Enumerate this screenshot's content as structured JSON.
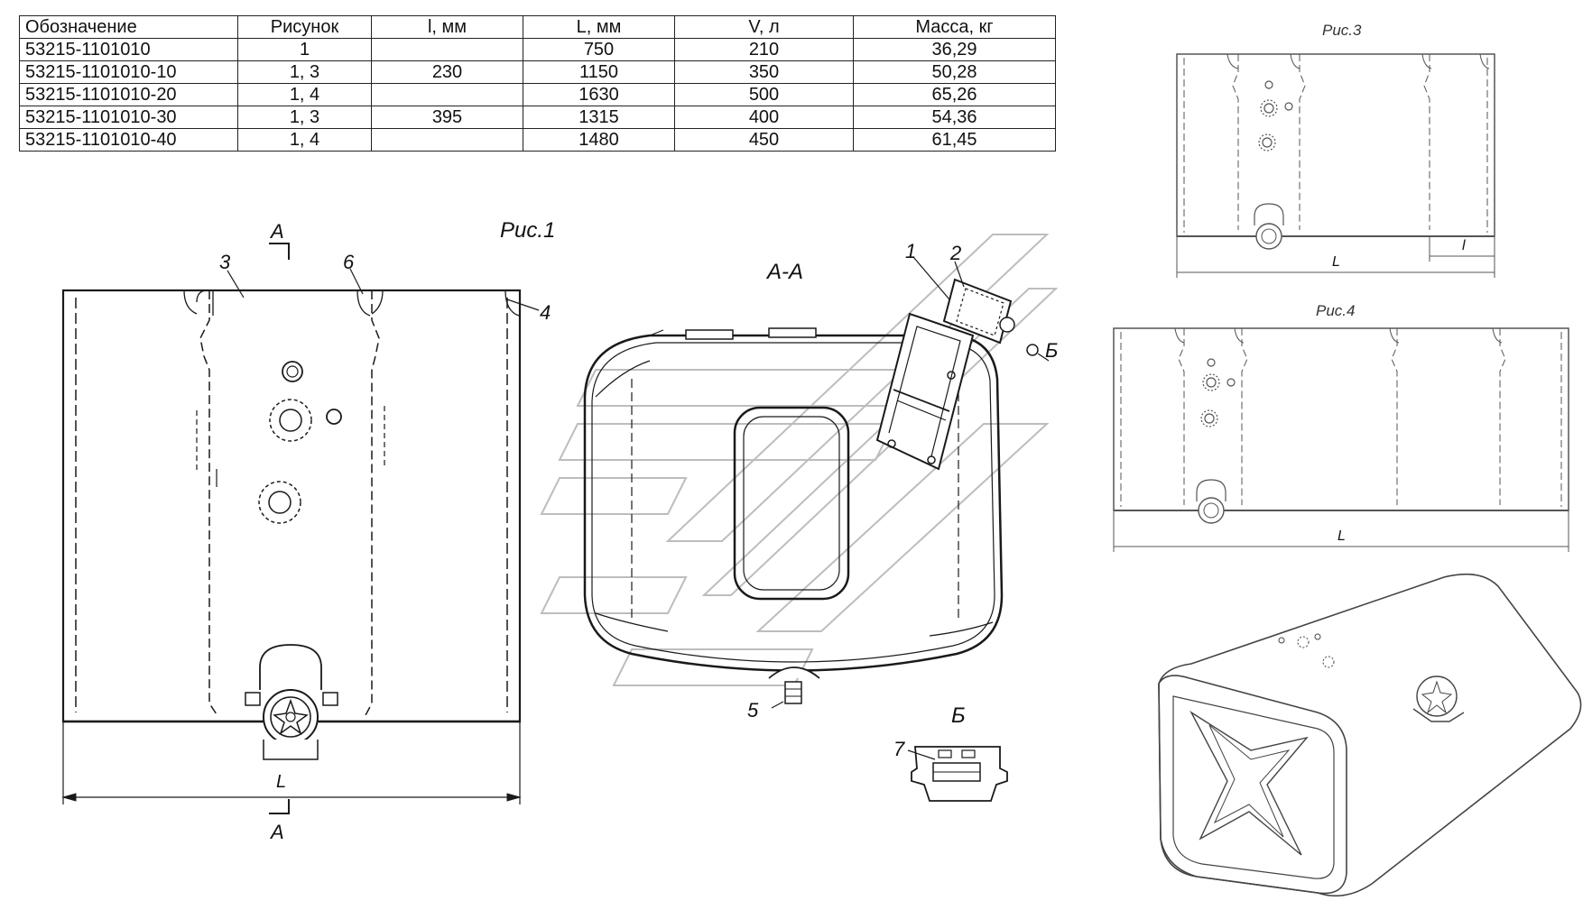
{
  "table": {
    "headers": [
      "Обозначение",
      "Рисунок",
      "l, мм",
      "L, мм",
      "V, л",
      "Масса, кг"
    ],
    "rows": [
      [
        "53215-1101010",
        "1",
        "",
        "750",
        "210",
        "36,29"
      ],
      [
        "53215-1101010-10",
        "1, 3",
        "230",
        "1150",
        "350",
        "50,28"
      ],
      [
        "53215-1101010-20",
        "1, 4",
        "",
        "1630",
        "500",
        "65,26"
      ],
      [
        "53215-1101010-30",
        "1, 3",
        "395",
        "1315",
        "400",
        "54,36"
      ],
      [
        "53215-1101010-40",
        "1, 4",
        "",
        "1480",
        "450",
        "61,45"
      ]
    ]
  },
  "figures": {
    "fig1_title": "Рис.1",
    "fig3_title": "Рис.3",
    "fig4_title": "Рис.4",
    "section_aa": "А-А",
    "detail_b": "Б"
  },
  "callouts": {
    "c1": "1",
    "c2": "2",
    "c3": "3",
    "c4": "4",
    "c5": "5",
    "c6": "6",
    "c7": "7",
    "section_mark_top": "А",
    "section_mark_bottom": "А",
    "b_ref": "Б"
  },
  "dimensions": {
    "fig1_L": "L",
    "fig3_L": "L",
    "fig3_l": "l",
    "fig4_L": "L"
  },
  "colors": {
    "line": "#1a1a1a",
    "watermark": "#bdbdbd",
    "dash": "#444444"
  }
}
